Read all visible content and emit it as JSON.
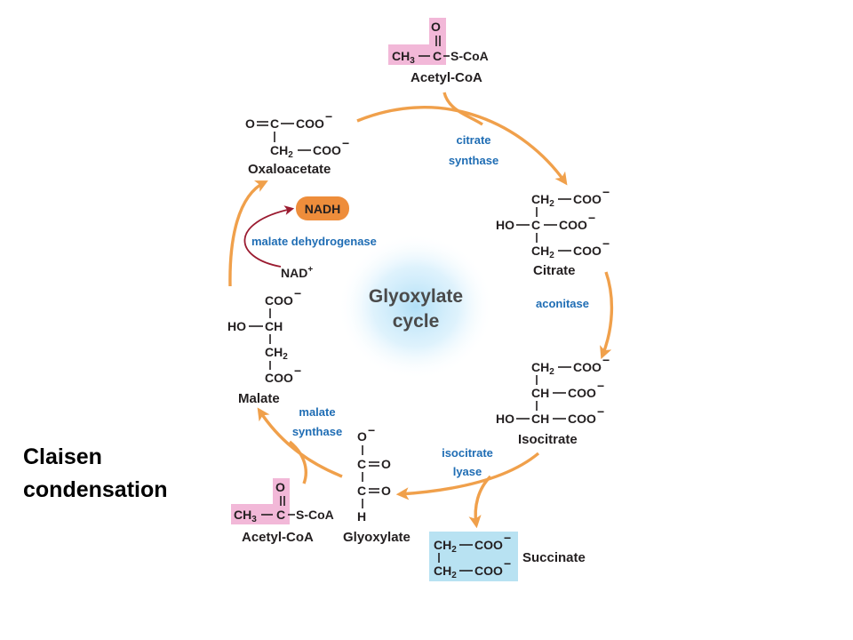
{
  "title": {
    "line1": "Glyoxylate",
    "line2": "cycle"
  },
  "caption": {
    "line1": "Claisen",
    "line2": "condensation"
  },
  "enzymes": {
    "citrate_synthase": [
      "citrate",
      "synthase"
    ],
    "aconitase": "aconitase",
    "isocitrate_lyase": [
      "isocitrate",
      "lyase"
    ],
    "malate_synthase": [
      "malate",
      "synthase"
    ],
    "malate_dehydrogenase": "malate dehydrogenase"
  },
  "cofactors": {
    "nadh": "NADH",
    "nad": "NAD"
  },
  "compounds": {
    "acetyl_coa_top": {
      "name": "Acetyl-CoA",
      "ch3": "CH",
      "c": "C",
      "o": "O",
      "s": "S-CoA"
    },
    "oxaloacetate": {
      "name": "Oxaloacetate",
      "o": "O",
      "c": "C",
      "coo": "COO",
      "ch2": "CH",
      "coo2": "COO"
    },
    "citrate": {
      "name": "Citrate",
      "ch2a": "CH",
      "cooa": "COO",
      "ho": "HO",
      "c": "C",
      "coob": "COO",
      "ch2b": "CH",
      "cooc": "COO"
    },
    "isocitrate": {
      "name": "Isocitrate",
      "ch2": "CH",
      "cooa": "COO",
      "ch": "CH",
      "coob": "COO",
      "ho": "HO",
      "ch2x": "CH",
      "cooc": "COO"
    },
    "malate": {
      "name": "Malate",
      "coo": "COO",
      "ho": "HO",
      "ch": "CH",
      "ch2": "CH",
      "coo2": "COO"
    },
    "glyoxylate": {
      "name": "Glyoxylate",
      "o1": "O",
      "c1": "C",
      "o2": "O",
      "c2": "C",
      "o3": "O",
      "h": "H"
    },
    "acetyl_coa_bottom": {
      "name": "Acetyl-CoA",
      "ch3": "CH",
      "c": "C",
      "o": "O",
      "s": "S-CoA"
    },
    "succinate": {
      "name": "Succinate",
      "ch2a": "CH",
      "cooa": "COO",
      "ch2b": "CH",
      "coob": "COO"
    }
  },
  "colors": {
    "arrow": "#f0a04b",
    "enzyme_text": "#1f6db4",
    "nadh_fill": "#ee8d3b",
    "acetyl_highlight": "#f2b8d8",
    "succinate_highlight": "#b8e2f2",
    "glow": "#a9dcf6",
    "red_arrow": "#9b1b30"
  }
}
